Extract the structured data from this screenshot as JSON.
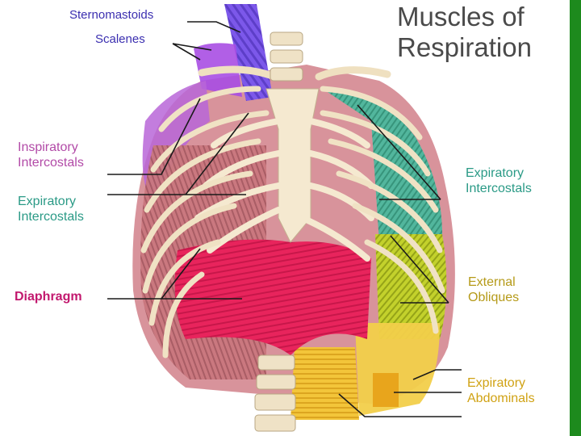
{
  "title": {
    "line1": "Muscles of",
    "line2": "Respiration"
  },
  "colors": {
    "sternomastoid": "#6a4be0",
    "scalene": "#a040e0",
    "inspiratory": "#b060c8",
    "expiratory": "#3aa890",
    "diaphragm": "#e8245c",
    "oblique": "#b6c81e",
    "abdominal": "#f2c22e",
    "label_purple": "#3b2fb0",
    "label_magenta": "#c2186e",
    "label_teal": "#2a9a86",
    "label_olive": "#b59a18",
    "bone": "#f3e6cc",
    "rib_muscle": "#c8737a",
    "frame": "#1d8a1d"
  },
  "labels": {
    "sternomastoids": "Sternomastoids",
    "scalenes": "Scalenes",
    "inspiratory_line1": "Inspiratory",
    "inspiratory_line2": "Intercostals",
    "expiratory_left_line1": "Expiratory",
    "expiratory_left_line2": "Intercostals",
    "diaphragm": "Diaphragm",
    "expiratory_right_line1": "Expiratory",
    "expiratory_right_line2": "Intercostals",
    "obliques_line1": "External",
    "obliques_line2": "Obliques",
    "abdominals_line1": "Expiratory",
    "abdominals_line2": "Abdominals"
  }
}
